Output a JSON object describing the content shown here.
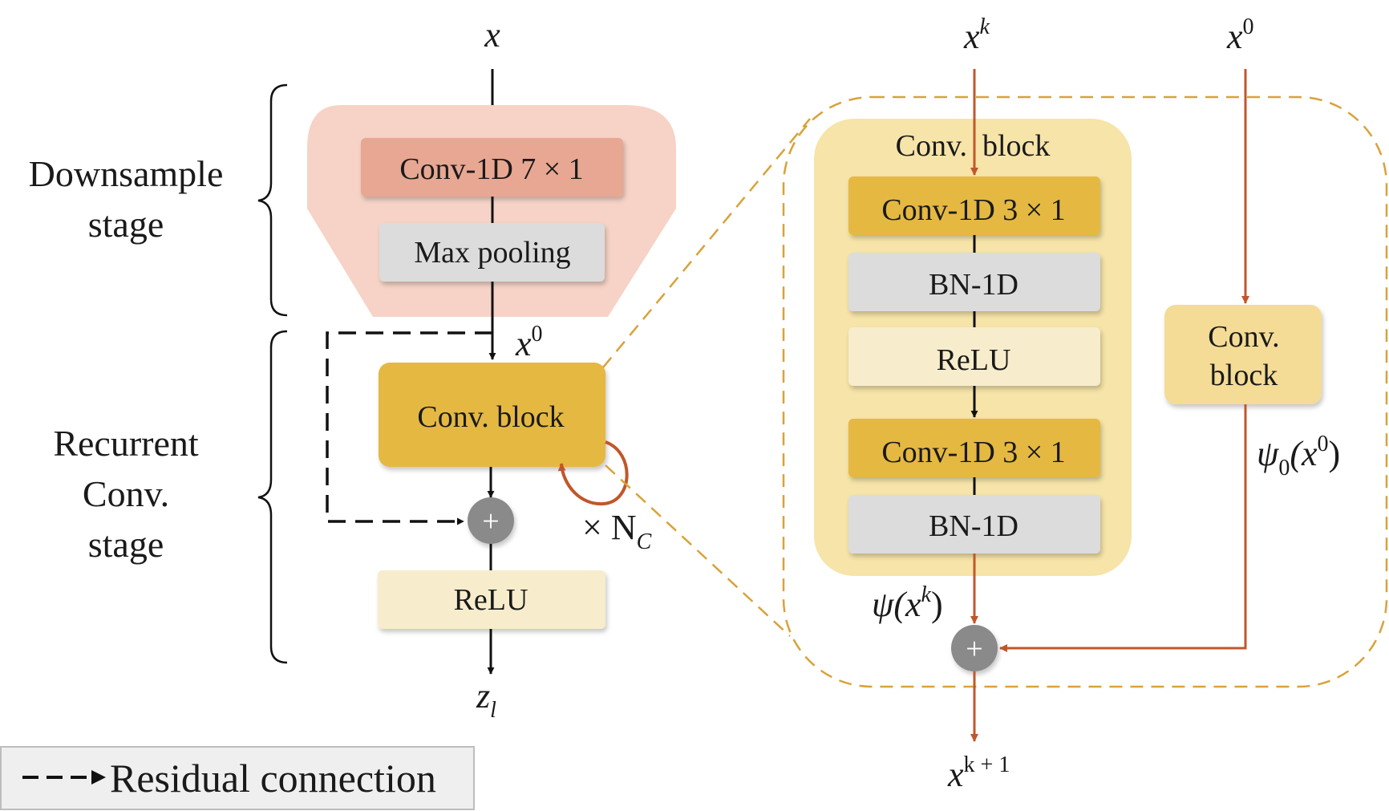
{
  "input_x": "x",
  "downsample_label": [
    "Downsample",
    "stage"
  ],
  "conv7": "Conv-1D 7 × 1",
  "maxpool": "Max pooling",
  "x0_left": "x",
  "x0_left_sup": "0",
  "recurrent_label": [
    "Recurrent",
    "Conv.",
    "stage"
  ],
  "conv_block_left": "Conv. block",
  "plus": "+",
  "times_nc": "× N",
  "times_nc_sub": "C",
  "relu_left": "ReLU",
  "output_z": "z",
  "output_z_sub": "l",
  "xk_top": "x",
  "xk_top_sup": "k",
  "x0_top": "x",
  "x0_top_sup": "0",
  "detail_block_title": "Conv.  block",
  "conv3_a": "Conv-1D 3 × 1",
  "bn_a": "BN-1D",
  "relu_inner": "ReLU",
  "conv3_b": "Conv-1D 3 × 1",
  "bn_b": "BN-1D",
  "side_block": [
    "Conv.",
    "block"
  ],
  "psi_xk": "ψ(x",
  "psi_xk_sup": "k",
  "psi_close": ")",
  "psi0_label": "ψ",
  "psi0_sub": "0",
  "psi0_arg": "(x",
  "psi0_sup": "0",
  "psi0_close": ")",
  "output_xk1": "x",
  "output_xk1_sup": "k + 1",
  "legend": {
    "label": "Residual connection"
  },
  "colors": {
    "downsample_bg": "#f6d3c6",
    "conv7": "#e8a792",
    "gray_box": "#dcdcdc",
    "conv_block": "#e5b842",
    "relu": "#f7edcc",
    "inner_bg": "#f6e4a8",
    "side_block": "#f4dc96",
    "orange_arrow": "#c0572a",
    "dashed_gold": "#d9a23a",
    "plus_circle": "#8a8a8a"
  }
}
